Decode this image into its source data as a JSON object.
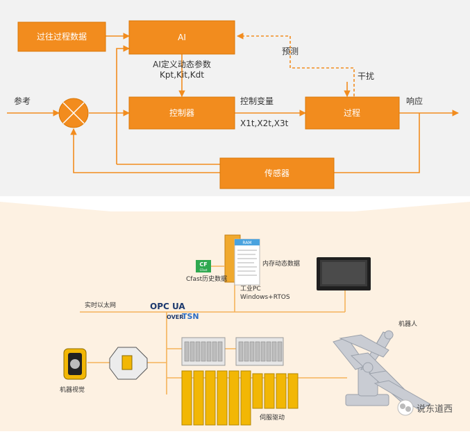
{
  "top_diagram": {
    "historical_data_box": "过往过程数据",
    "ai_box": "AI",
    "ai_params_line1": "AI定义动态参数",
    "ai_params_line2": "Kpt,Kit,Kdt",
    "controller_box": "控制器",
    "control_var_label": "控制变量",
    "control_var_values": "X1t,X2t,X3t",
    "process_box": "过程",
    "sensor_box": "传感器",
    "reference_label": "参考",
    "response_label": "响应",
    "disturbance_label": "干扰",
    "prediction_label": "预测"
  },
  "bottom_diagram": {
    "cf_badge": "CF",
    "cf_sub": "CFast",
    "cf_label": "Cfast历史数据",
    "ram_header": "RAM",
    "ram_label": "内存动态数据",
    "ipc_line1": "工业PC",
    "ipc_line2": "Windows+RTOS",
    "ethernet_label": "实时以太网",
    "opcua_text": "OPC UA",
    "over_text": "OVER",
    "tsn_text": "TSN",
    "vision_label": "机器视觉",
    "robot_label": "机器人",
    "servo_label": "伺服驱动",
    "watermark": "说东道西",
    "colors": {
      "orange": "#f28c1e",
      "yellow": "#f2b705",
      "wire": "#f5b35a",
      "panel": "#fdf1e2"
    }
  }
}
